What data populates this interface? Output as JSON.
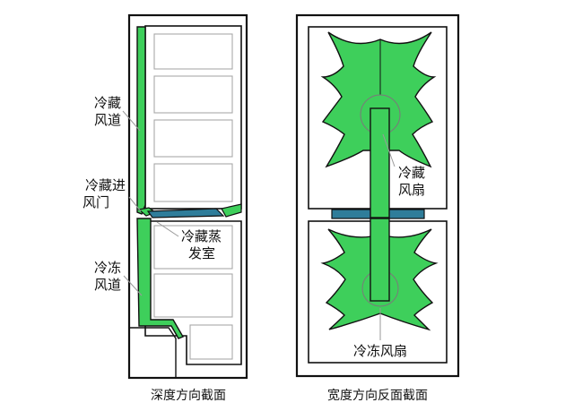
{
  "left_diagram": {
    "caption": "深度方向截面",
    "labels": {
      "refrigeration_duct_l1": "冷藏",
      "refrigeration_duct_l2": "风道",
      "refrigeration_inlet_l1": "冷藏进",
      "refrigeration_inlet_l2": "风门",
      "refrigeration_evap_l1": "冷藏蒸",
      "refrigeration_evap_l2": "发室",
      "freezer_duct_l1": "冷冻",
      "freezer_duct_l2": "风道"
    }
  },
  "right_diagram": {
    "caption": "宽度方向反面截面",
    "labels": {
      "refrigeration_fan_l1": "冷藏",
      "refrigeration_fan_l2": "风扇",
      "freezer_fan": "冷冻风扇"
    }
  },
  "colors": {
    "duct_green": "#3ecf5b",
    "evaporator_blue": "#2f7d9a",
    "outline": "#111111",
    "guide_line": "#9a9a9a",
    "shelf_line": "#a8a8a8"
  }
}
